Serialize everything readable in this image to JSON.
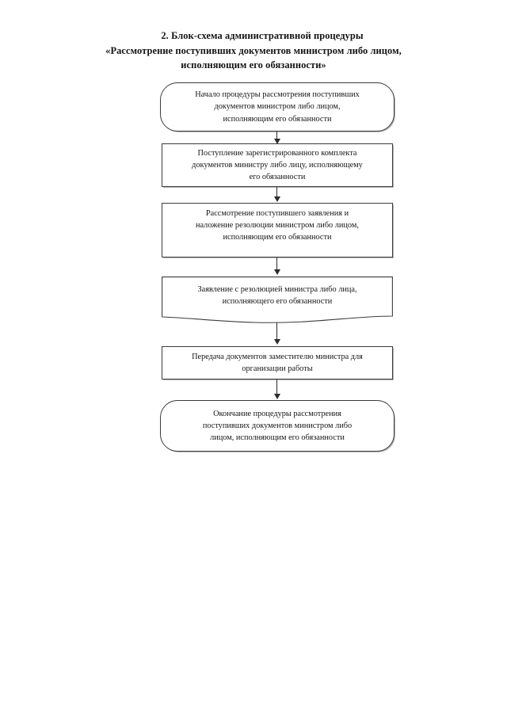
{
  "title": {
    "line1": "2. Блок-схема административной процедуры",
    "line2": "«Рассмотрение поступивших документов министром либо лицом,",
    "line3": "исполняющим его обязанности»"
  },
  "chart_data": {
    "type": "diagram",
    "diagram_kind": "flowchart",
    "orientation": "top-to-bottom",
    "node_count": 6,
    "edge_count": 5,
    "nodes": [
      {
        "id": "start",
        "shape": "terminator",
        "text": "Начало процедуры рассмотрения поступивших документов министром либо лицом, исполняющим его обязанности",
        "lines": [
          "Начало процедуры рассмотрения поступивших",
          "документов министром либо лицом,",
          "исполняющим его обязанности"
        ]
      },
      {
        "id": "receipt",
        "shape": "process",
        "text": "Поступление зарегистрированного комплекта документов министру либо лицу, исполняющему его обязанности",
        "lines": [
          "Поступление зарегистрированного комплекта",
          "документов министру либо лицу, исполняющему",
          "его обязанности"
        ]
      },
      {
        "id": "review",
        "shape": "process",
        "text": "Рассмотрение поступившего заявления и наложение резолюции министром либо лицом, исполняющим его обязанности",
        "lines": [
          "Рассмотрение поступившего заявления и",
          "наложение резолюции министром либо лицом,",
          "исполняющим его обязанности"
        ]
      },
      {
        "id": "resolution-document",
        "shape": "document",
        "text": "Заявление с резолюцией министра либо лица, исполняющего его обязанности",
        "lines": [
          "Заявление с резолюцией министра либо лица,",
          "исполняющего его обязанности"
        ]
      },
      {
        "id": "transfer",
        "shape": "process",
        "text": "Передача документов заместителю министра для организации работы",
        "lines": [
          "Передача документов заместителю министра для",
          "организации работы"
        ]
      },
      {
        "id": "end",
        "shape": "terminator",
        "text": "Окончание процедуры рассмотрения поступивших документов министром либо лицом, исполняющим его обязанности",
        "lines": [
          "Окончание процедуры рассмотрения",
          "поступивших документов министром либо",
          "лицом, исполняющим его обязанности"
        ]
      }
    ],
    "edges": [
      {
        "from": "start",
        "to": "receipt",
        "style": "arrow-down"
      },
      {
        "from": "receipt",
        "to": "review",
        "style": "arrow-down"
      },
      {
        "from": "review",
        "to": "resolution-document",
        "style": "arrow-down"
      },
      {
        "from": "resolution-document",
        "to": "transfer",
        "style": "arrow-down"
      },
      {
        "from": "transfer",
        "to": "end",
        "style": "arrow-down"
      }
    ],
    "colors": {
      "stroke": "#3c3c3c",
      "text": "#161616",
      "background": "#ffffff",
      "arrow": "#2b2b2b"
    }
  }
}
